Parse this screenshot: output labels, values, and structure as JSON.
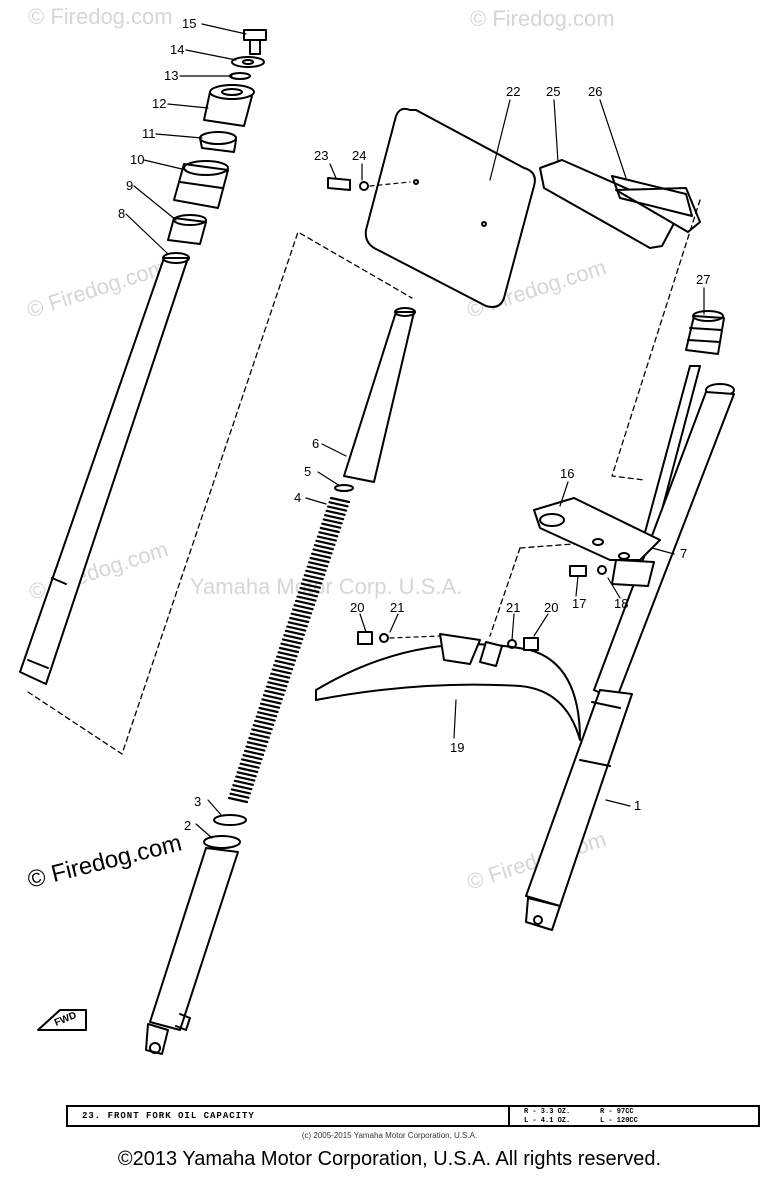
{
  "watermarks": {
    "tl": "© Firedog.com",
    "tr": "© Firedog.com",
    "ml": "© Firedog.com",
    "mr": "© Firedog.com",
    "cl": "© Firedog.com",
    "bl": "© Firedog.com",
    "br": "© Firedog.com",
    "center": "Yamaha Motor Corp. U.S.A."
  },
  "labels": {
    "p1": "1",
    "p2": "2",
    "p3": "3",
    "p4": "4",
    "p5": "5",
    "p6": "6",
    "p7": "7",
    "p8": "8",
    "p9": "9",
    "p10": "10",
    "p11": "11",
    "p12": "12",
    "p13": "13",
    "p14": "14",
    "p15": "15",
    "p16": "16",
    "p17": "17",
    "p18": "18",
    "p19": "19",
    "p20a": "20",
    "p20b": "20",
    "p21a": "21",
    "p21b": "21",
    "p22": "22",
    "p23": "23",
    "p24": "24",
    "p25": "25",
    "p26": "26",
    "p27": "27"
  },
  "fwd": "FWD",
  "capacity": {
    "title": "23.   FRONT FORK OIL CAPACITY",
    "r_oz": "R - 3.3 OZ.",
    "l_oz": "L - 4.1 OZ.",
    "r_cc": "R - 97CC",
    "l_cc": "L - 120CC"
  },
  "small_copyright": "(c) 2005-2015 Yamaha Motor Corporation, U.S.A.",
  "footer": "©2013 Yamaha Motor Corporation, U.S.A. All rights reserved."
}
